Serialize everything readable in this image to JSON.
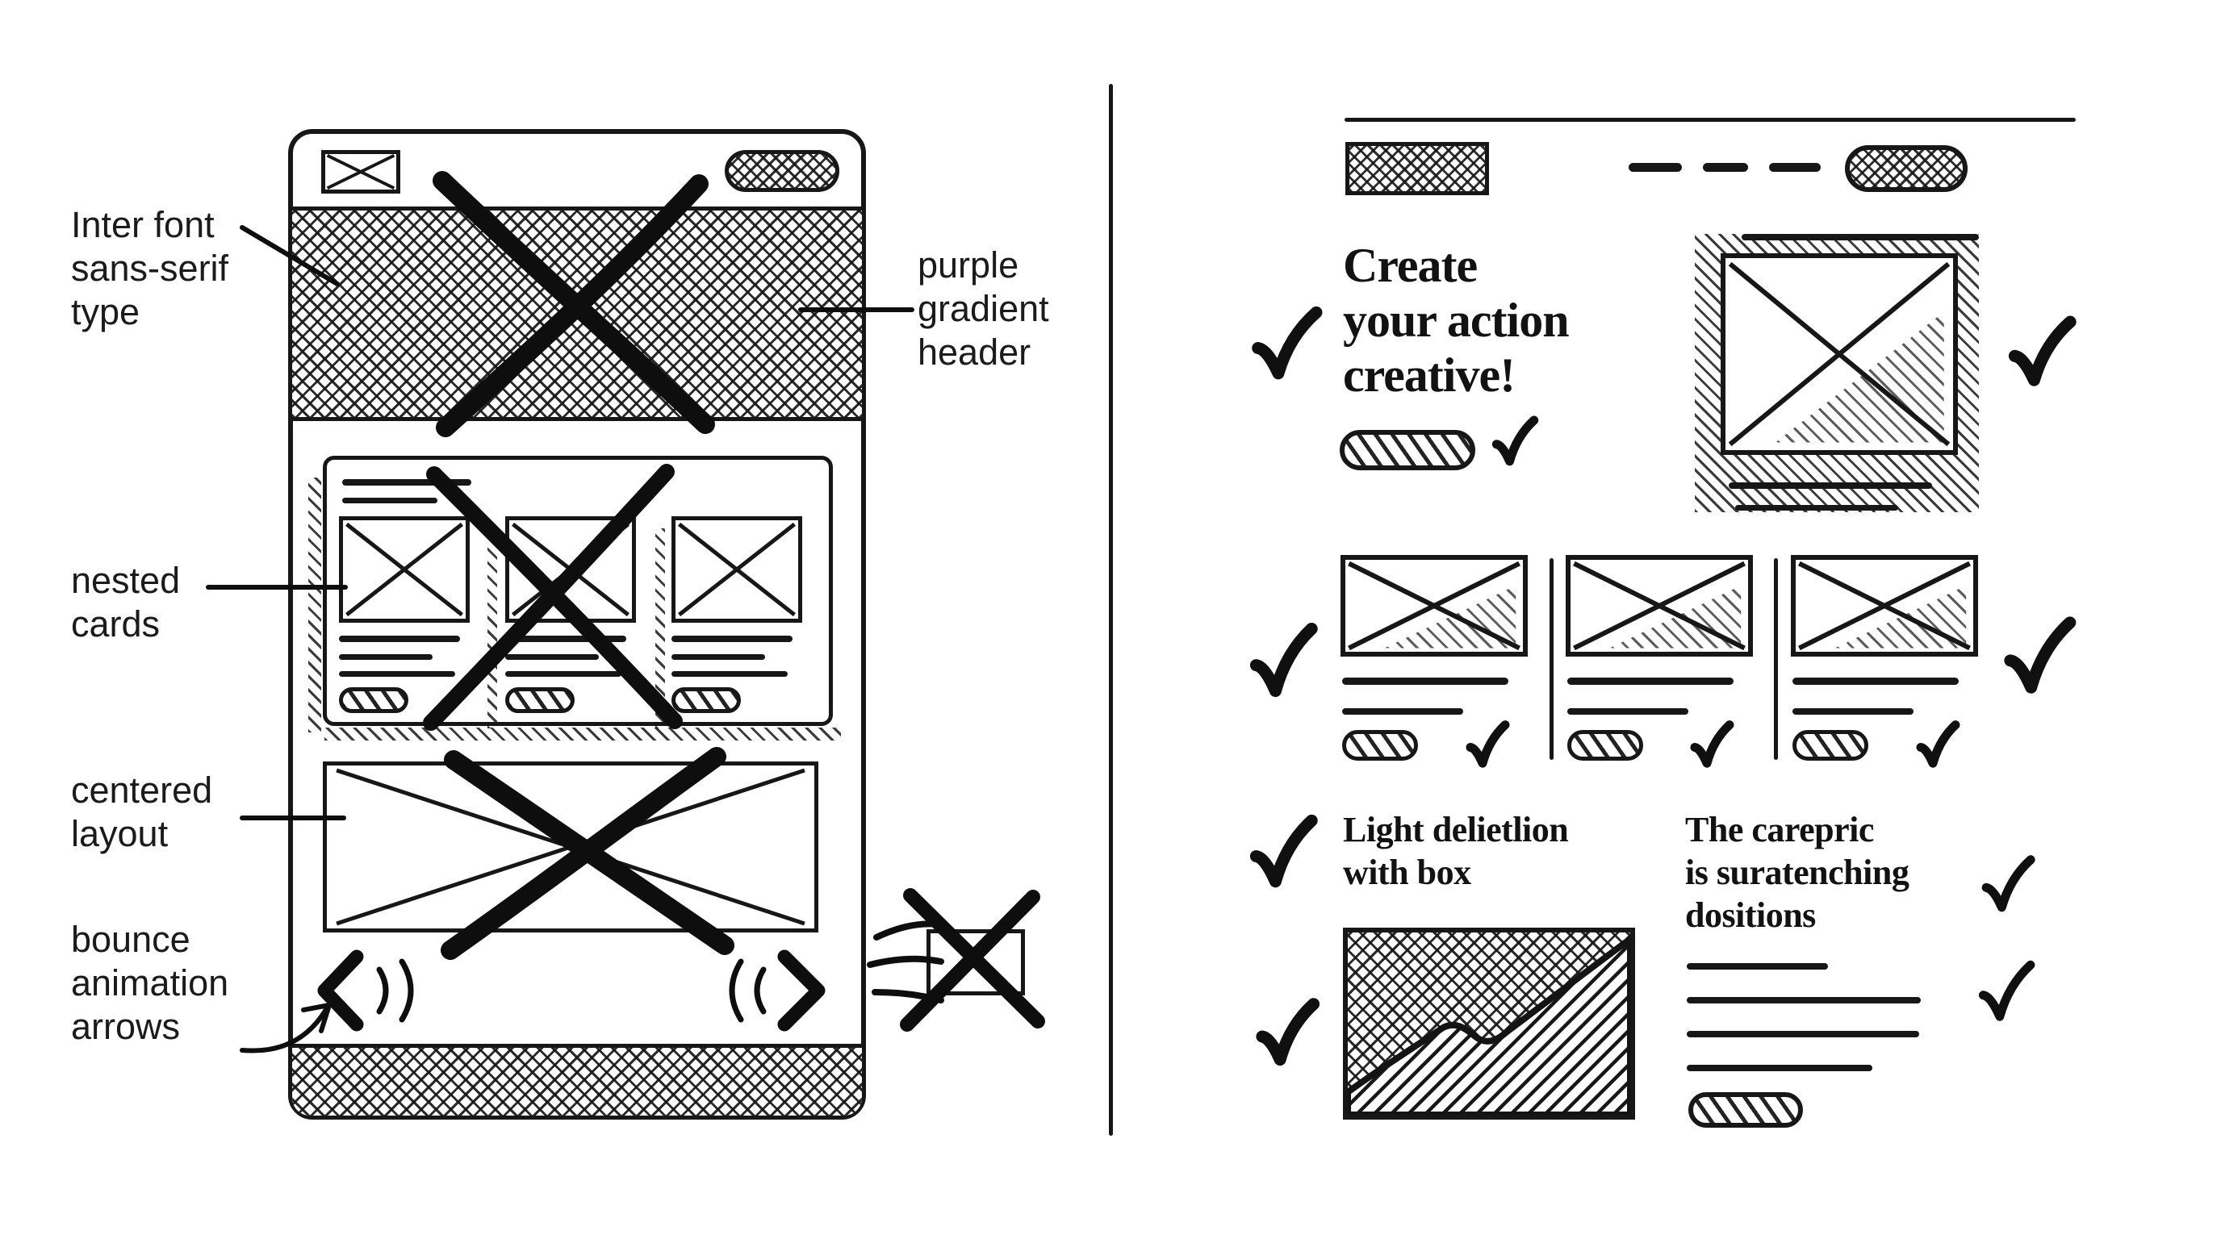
{
  "colors": {
    "background": "#ffffff",
    "ink": "#171717"
  },
  "icons": {
    "checkmark": "✓",
    "cross_out": "✕",
    "image_placeholder": "crossed-box",
    "chevron_left": "❮",
    "chevron_right": "❯"
  },
  "left_panel": {
    "annotations": {
      "font_label": "Inter font\nsans-serif\ntype",
      "header_label": "purple\ngradient\nheader",
      "cards_label": "nested\ncards",
      "layout_label": "centered\nlayout",
      "arrows_label": "bounce\nanimation\narrows"
    }
  },
  "right_panel": {
    "heading": "Create\nyour action\ncreative!",
    "caption_left": "Light delietlion\nwith box",
    "caption_right": "The carepric\nis suratenching\ndositions"
  }
}
